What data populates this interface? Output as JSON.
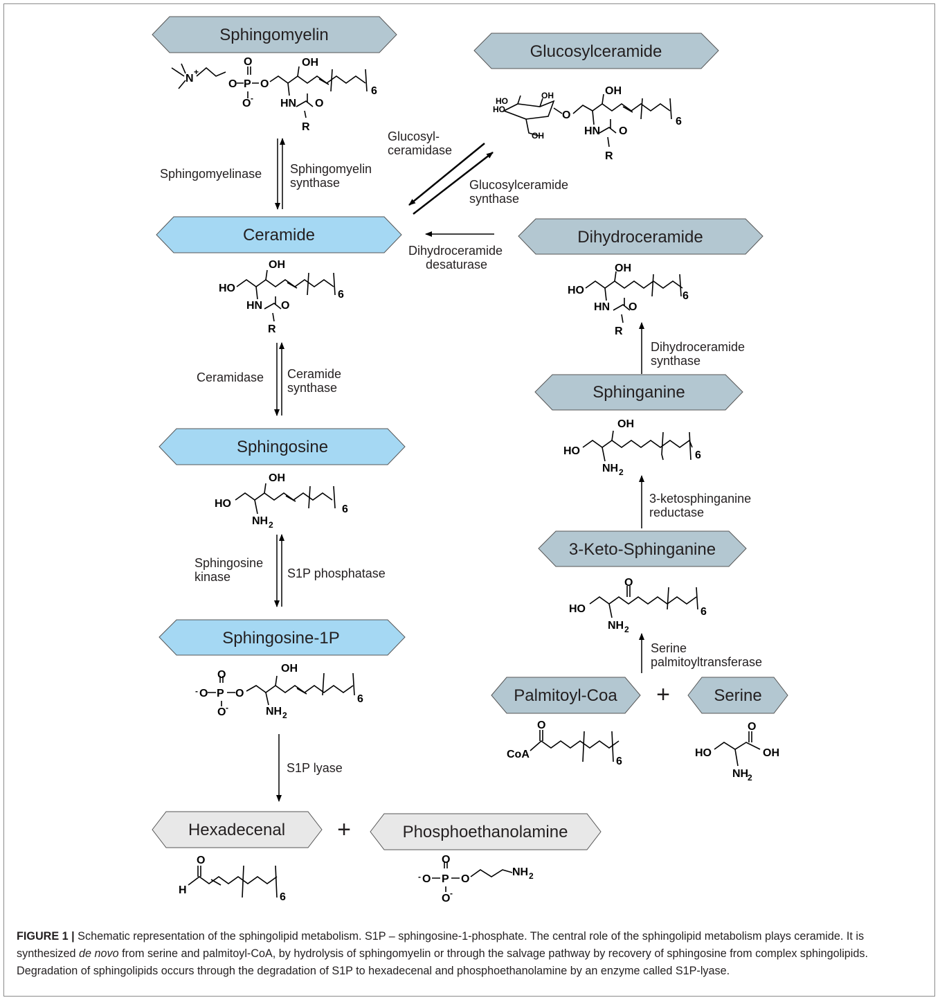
{
  "boxes": {
    "sphingomyelin": "Sphingomyelin",
    "glucosylceramide": "Glucosylceramide",
    "ceramide": "Ceramide",
    "dihydroceramide": "Dihydroceramide",
    "sphingosine": "Sphingosine",
    "sphinganine": "Sphinganine",
    "sphingosine_1p": "Sphingosine-1P",
    "keto_sphinganine": "3-Keto-Sphinganine",
    "palmitoyl_coa": "Palmitoyl-Coa",
    "serine": "Serine",
    "hexadecenal": "Hexadecenal",
    "phosphoethanolamine": "Phosphoethanolamine"
  },
  "enzymes": {
    "sphingomyelinase": "Sphingomyelinase",
    "sphingomyelin_synthase": [
      "Sphingomyelin",
      "synthase"
    ],
    "glucosylceramidase": [
      "Glucosyl-",
      "ceramidase"
    ],
    "glucosylceramide_synthase": [
      "Glucosylceramide",
      "synthase"
    ],
    "dihydroceramide_desaturase": [
      "Dihydroceramide",
      "desaturase"
    ],
    "ceramidase": "Ceramidase",
    "ceramide_synthase": [
      "Ceramide",
      "synthase"
    ],
    "dihydroceramide_synthase": [
      "Dihydroceramide",
      "synthase"
    ],
    "sphingosine_kinase": [
      "Sphingosine",
      "kinase"
    ],
    "s1p_phosphatase": "S1P phosphatase",
    "ketosphinganine_reductase": [
      "3-ketosphinganine",
      "reductase"
    ],
    "serine_palmitoyltransferase": [
      "Serine",
      "palmitoyltransferase"
    ],
    "s1p_lyase": "S1P lyase"
  },
  "atoms": {
    "oh": "OH",
    "ho": "HO",
    "hn": "HN",
    "o": "O",
    "r": "R",
    "nh": "NH",
    "two": "2",
    "six": "6",
    "p": "P",
    "n_plus": "N",
    "plus_sign": "+",
    "o_minus": "O",
    "minus": "-",
    "h": "H",
    "coa": "CoA"
  },
  "plus": "+",
  "caption": {
    "figure_label": "FIGURE 1 |",
    "text_1": " Schematic representation of the sphingolipid metabolism. S1P – sphingosine-1-phosphate. The central role of the sphingolipid metabolism plays ceramide. It is synthesized ",
    "italic": "de novo",
    "text_2": " from serine and palmitoyl-CoA, by hydrolysis of sphingomyelin or through the salvage pathway by recovery of sphingosine from complex sphingolipids. Degradation of sphingolipids occurs through the degradation of S1P to hexadecenal and phosphoethanolamine by an enzyme called S1P-lyase."
  },
  "colors": {
    "grey_blue": "#b3c7d1",
    "light_blue": "#a5d8f3",
    "light_grey": "#e8e8e8",
    "stroke": "#555555"
  }
}
